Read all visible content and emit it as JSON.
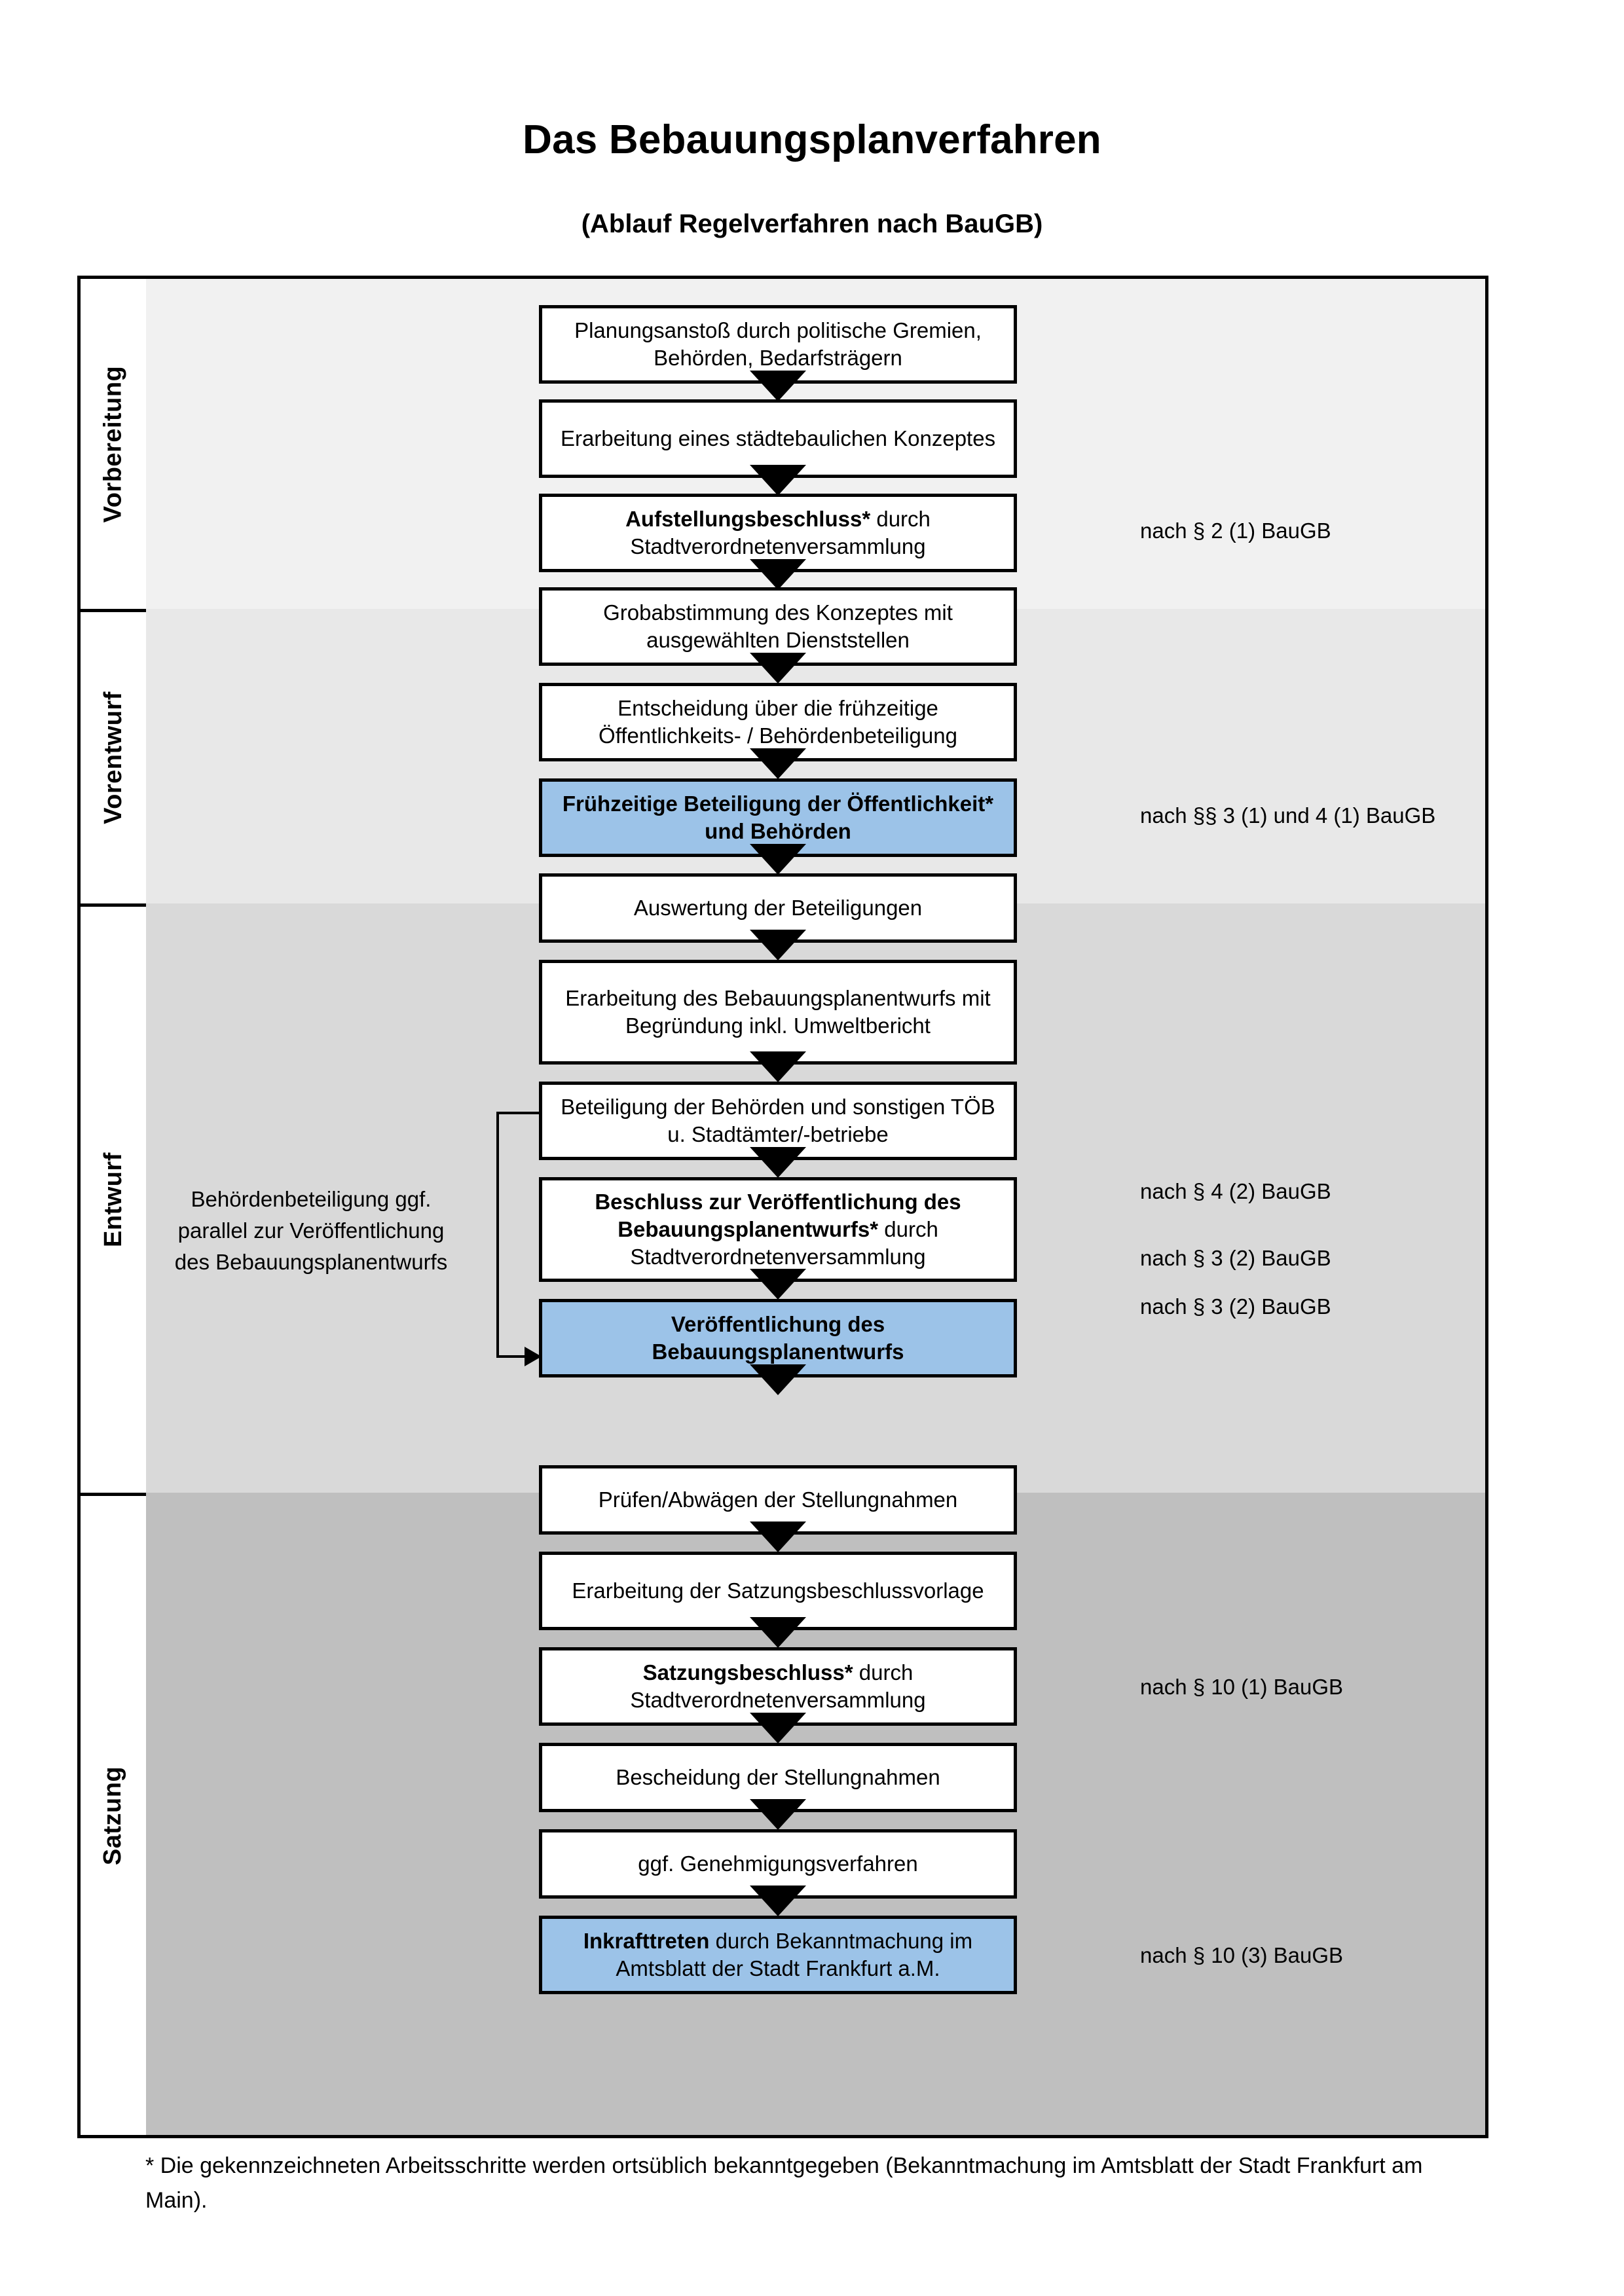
{
  "header": {
    "title": "Das Bebauungsplanverfahren",
    "subtitle": "(Ablauf Regelverfahren nach BauGB)"
  },
  "phases": [
    {
      "key": "vorbereitung",
      "label": "Vorbereitung"
    },
    {
      "key": "vorentwurf",
      "label": "Vorentwurf"
    },
    {
      "key": "entwurf",
      "label": "Entwurf"
    },
    {
      "key": "satzung",
      "label": "Satzung"
    }
  ],
  "steps": [
    {
      "id": 1,
      "phase": "vorbereitung",
      "highlight": false,
      "bold_prefix": "",
      "text": "Planungsanstoß durch politische Gremien, Behörden, Bedarfsträgern"
    },
    {
      "id": 2,
      "phase": "vorbereitung",
      "highlight": false,
      "bold_prefix": "",
      "text": "Erarbeitung eines städtebaulichen Konzeptes"
    },
    {
      "id": 3,
      "phase": "vorbereitung",
      "highlight": false,
      "bold_prefix": "Aufstellungsbeschluss*",
      "text": " durch Stadtverordnetenversammlung"
    },
    {
      "id": 4,
      "phase": "vorentwurf",
      "highlight": false,
      "bold_prefix": "",
      "text": "Grobabstimmung des Konzeptes mit ausgewählten Dienststellen"
    },
    {
      "id": 5,
      "phase": "vorentwurf",
      "highlight": false,
      "bold_prefix": "",
      "text": "Entscheidung über die frühzeitige Öffentlichkeits- / Behördenbeteiligung"
    },
    {
      "id": 6,
      "phase": "vorentwurf",
      "highlight": true,
      "bold_prefix": "Frühzeitige Beteiligung der Öffentlichkeit* und Behörden",
      "text": ""
    },
    {
      "id": 7,
      "phase": "entwurf",
      "highlight": false,
      "bold_prefix": "",
      "text": "Auswertung der Beteiligungen"
    },
    {
      "id": 8,
      "phase": "entwurf",
      "highlight": false,
      "bold_prefix": "",
      "text": "Erarbeitung des Bebauungsplanentwurfs mit Begründung inkl. Umweltbericht"
    },
    {
      "id": 9,
      "phase": "entwurf",
      "highlight": false,
      "bold_prefix": "",
      "text": "Beteiligung der Behörden und sonstigen TÖB u. Stadtämter/-betriebe"
    },
    {
      "id": 10,
      "phase": "entwurf",
      "highlight": false,
      "bold_prefix": "Beschluss zur Veröffentlichung des Bebauungsplanentwurfs*",
      "text": " durch Stadtverordnetenversammlung"
    },
    {
      "id": 11,
      "phase": "entwurf",
      "highlight": true,
      "bold_prefix": "Veröffentlichung des Bebauungsplanentwurfs",
      "text": ""
    },
    {
      "id": 12,
      "phase": "satzung",
      "highlight": false,
      "bold_prefix": "",
      "text": "Prüfen/Abwägen der Stellungnahmen"
    },
    {
      "id": 13,
      "phase": "satzung",
      "highlight": false,
      "bold_prefix": "",
      "text": "Erarbeitung der Satzungsbeschlussvorlage"
    },
    {
      "id": 14,
      "phase": "satzung",
      "highlight": false,
      "bold_prefix": "Satzungsbeschluss*",
      "text": " durch Stadtverordnetenversammlung"
    },
    {
      "id": 15,
      "phase": "satzung",
      "highlight": false,
      "bold_prefix": "",
      "text": "Bescheidung der Stellungnahmen"
    },
    {
      "id": 16,
      "phase": "satzung",
      "highlight": false,
      "bold_prefix": "",
      "text": "ggf. Genehmigungsverfahren"
    },
    {
      "id": 17,
      "phase": "satzung",
      "highlight": true,
      "bold_prefix": "Inkrafttreten",
      "text": " durch Bekanntmachung im Amtsblatt der Stadt Frankfurt a.M."
    }
  ],
  "law_references": [
    {
      "for_step": 3,
      "text": "nach § 2 (1) BauGB"
    },
    {
      "for_step": 6,
      "text": "nach §§ 3 (1) und 4 (1) BauGB"
    },
    {
      "for_step": 9,
      "text": "nach § 4 (2) BauGB"
    },
    {
      "for_step": 10,
      "text": "nach § 3 (2) BauGB"
    },
    {
      "for_step": 11,
      "text": "nach § 3 (2) BauGB"
    },
    {
      "for_step": 14,
      "text": "nach § 10 (1) BauGB"
    },
    {
      "for_step": 17,
      "text": "nach § 10 (3) BauGB"
    }
  ],
  "side_note": "Behördenbeteiligung ggf. parallel zur Veröffentlichung des Bebauungsplanentwurfs",
  "footnote": "* Die gekennzeichneten Arbeitsschritte werden ortsüblich bekanntgegeben (Bekanntmachung im Amtsblatt  der Stadt Frankfurt am Main).",
  "colors": {
    "highlight": "#9cc3e8",
    "band_vorbereitung": "#f1f1f1",
    "band_vorentwurf": "#e8e8e8",
    "band_entwurf": "#d9d9d9",
    "band_satzung": "#bfbfbf",
    "outline": "#000000"
  }
}
